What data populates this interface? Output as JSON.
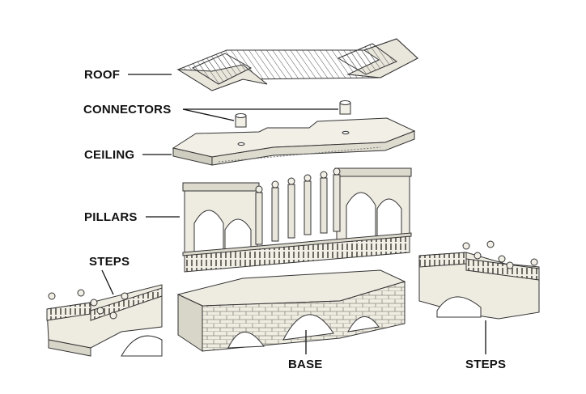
{
  "labels": {
    "roof": "ROOF",
    "connectors": "CONNECTORS",
    "ceiling": "CEILING",
    "pillars": "PILLARS",
    "steps_left": "STEPS",
    "base": "BASE",
    "steps_right": "STEPS"
  },
  "colors": {
    "ink": "#111111",
    "face": "#f1efe6",
    "face_dark": "#d7d4c8",
    "shadow": "#b9b6ab"
  }
}
